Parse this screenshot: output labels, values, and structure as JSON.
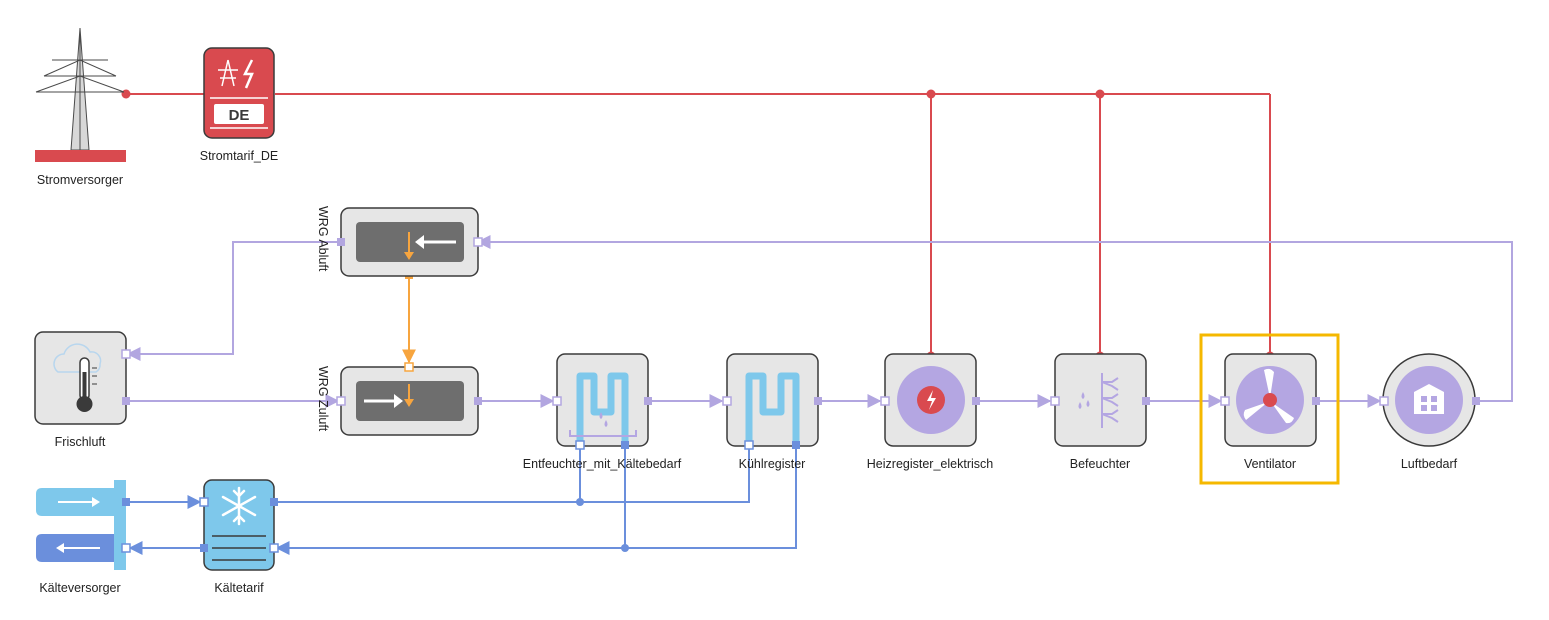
{
  "colors": {
    "power": "#d94a4f",
    "air": "#b2a6e0",
    "heat_recovery": "#f7a53f",
    "cold": "#6b8fdc",
    "cold_light": "#7ec8eb",
    "selection": "#f5b800",
    "box_fill": "#e6e6e6",
    "box_stroke": "#3a3a3a",
    "dark_panel": "#6e6e6e",
    "component_purple": "#b4a6e2"
  },
  "components": {
    "stromversorger": {
      "label": "Stromversorger",
      "icon": "power-pylon-icon"
    },
    "stromtarif": {
      "label": "Stromtarif_DE",
      "icon": "power-tariff-icon",
      "badge": "DE"
    },
    "wrg_abluft": {
      "label": "WRG Abluft",
      "icon": "heat-recovery-exhaust-icon"
    },
    "wrg_zuluft": {
      "label": "WRG Zuluft",
      "icon": "heat-recovery-supply-icon"
    },
    "frischluft": {
      "label": "Frischluft",
      "icon": "thermometer-cloud-icon"
    },
    "entfeuchter": {
      "label": "Entfeuchter_mit_Kältebedarf",
      "icon": "dehumidifier-coil-icon"
    },
    "kuehlregister": {
      "label": "Kühlregister",
      "icon": "cooling-coil-icon"
    },
    "heizregister": {
      "label": "Heizregister_elektrisch",
      "icon": "electric-heater-icon"
    },
    "befeuchter": {
      "label": "Befeuchter",
      "icon": "humidifier-icon"
    },
    "ventilator": {
      "label": "Ventilator",
      "icon": "fan-icon",
      "selected": true
    },
    "luftbedarf": {
      "label": "Luftbedarf",
      "icon": "building-icon"
    },
    "kaelteversorger": {
      "label": "Kälteversorger",
      "icon": "cold-supply-icon"
    },
    "kaeltetarif": {
      "label": "Kältetarif",
      "icon": "snowflake-tariff-icon"
    }
  }
}
